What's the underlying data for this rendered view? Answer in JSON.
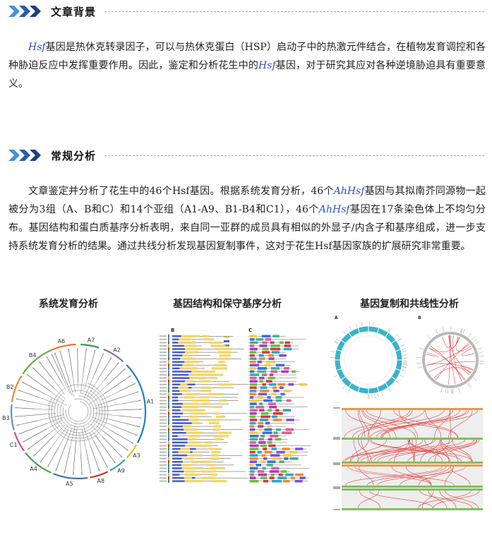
{
  "section1": {
    "title": "文章背景",
    "para": {
      "t1": "基因是热休克转录因子，可以与热休克蛋白（HSP）启动子中的热激元件结合，在植物发育调控和各种胁迫反应中发挥重要作用。因此，鉴定和分析花生中的",
      "t2": "基因，对于研究其应对各种逆境胁迫具有重要意义。",
      "gene": "Hsf"
    }
  },
  "section2": {
    "title": "常规分析",
    "para": {
      "t1": "文章鉴定并分析了花生中的46个Hsf基因。根据系统发育分析，46个",
      "t2": "基因与其拟南芥同源物一起被分为3组（A、B和C）和14个亚组（A1-A9、B1-B4和C1），46个",
      "t3": "基因在17条染色体上不均匀分布。基因结构和蛋白质基序分析表明，来自同一亚群的成员具有相似的外显子/内含子和基序组成，进一步支持系统发育分析的结果。通过共线分析发现基因复制事件，这对于花生Hsf基因家族的扩展研究非常重要。",
      "gene": "AhHsf"
    }
  },
  "figures": {
    "titles": [
      "系统发育分析",
      "基因结构和保守基序分析",
      "基因复制和共线性分析"
    ],
    "phylo_labels": [
      "A6",
      "A7",
      "A2",
      "A1",
      "A3",
      "A9",
      "A8",
      "A5",
      "A4",
      "C1",
      "B3",
      "B2",
      "B4"
    ],
    "struct_panels": [
      "B",
      "C"
    ],
    "collinear_panels": [
      "A",
      "B"
    ]
  }
}
